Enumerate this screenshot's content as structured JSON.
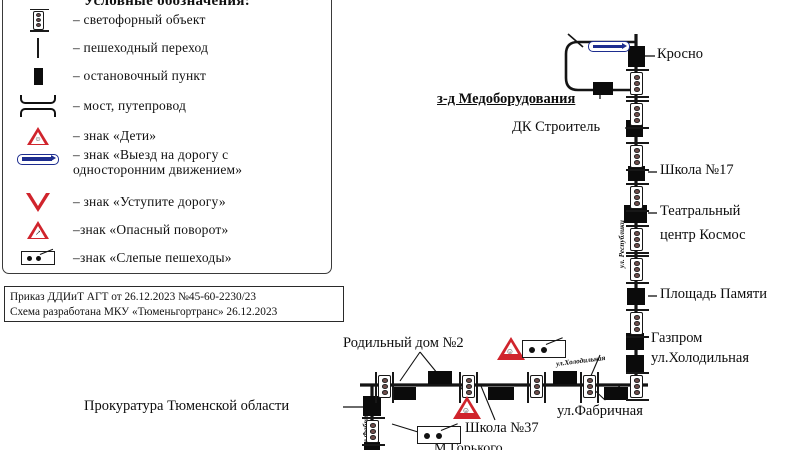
{
  "legend": {
    "title": "Условные обозначения:",
    "items": [
      {
        "symbol": "traffic-light-icon",
        "label": "– светофорный объект"
      },
      {
        "symbol": "pedestrian-crossing-icon",
        "label": "– пешеходный переход"
      },
      {
        "symbol": "bus-stop-icon",
        "label": "– остановочный пункт"
      },
      {
        "symbol": "bridge-overpass-icon",
        "label": "– мост, путепровод"
      },
      {
        "symbol": "children-sign-icon",
        "label": "– знак «Дети»"
      },
      {
        "symbol": "one-way-exit-sign-icon",
        "label": "– знак «Выезд на дорогу с односторонним движением»"
      },
      {
        "symbol": "give-way-sign-icon",
        "label": "– знак «Уступите дорогу»"
      },
      {
        "symbol": "dangerous-turn-sign-icon",
        "label": "–знак «Опасный поворот»"
      },
      {
        "symbol": "blind-pedestrians-sign-icon",
        "label": "–знак «Слепые пешеходы»"
      }
    ]
  },
  "order_box": {
    "line1": "Приказ ДДИиТ АГТ от 26.12.2023 №45-60-2230/23",
    "line2": "Схема разработана МКУ «Тюменьгортранс» 26.12.2023"
  },
  "scheme": {
    "stops": [
      {
        "name": "Кросно"
      },
      {
        "name": "з-д Медоборудования"
      },
      {
        "name": "ДК Строитель"
      },
      {
        "name": "Школа №17"
      },
      {
        "name": "Театральный"
      },
      {
        "name": "центр Космос"
      },
      {
        "name": "Площадь Памяти"
      },
      {
        "name": "Газпром"
      },
      {
        "name": "ул.Холодильная"
      },
      {
        "name": "Родильный дом №2"
      },
      {
        "name": "Прокуратура Тюменской области"
      },
      {
        "name": "Школа №37"
      },
      {
        "name": "ул.Фабричная"
      },
      {
        "name": "М.Горького"
      }
    ],
    "streets": [
      {
        "name": "ул. Республики"
      },
      {
        "name": "ул.Холодильная"
      },
      {
        "name": "ул.Фабричная"
      }
    ]
  },
  "colors": {
    "sign_red": "#d0242c",
    "sign_blue": "#1d2d8f",
    "ink": "#0d0d0d",
    "lamp": "#6e4c4a"
  }
}
